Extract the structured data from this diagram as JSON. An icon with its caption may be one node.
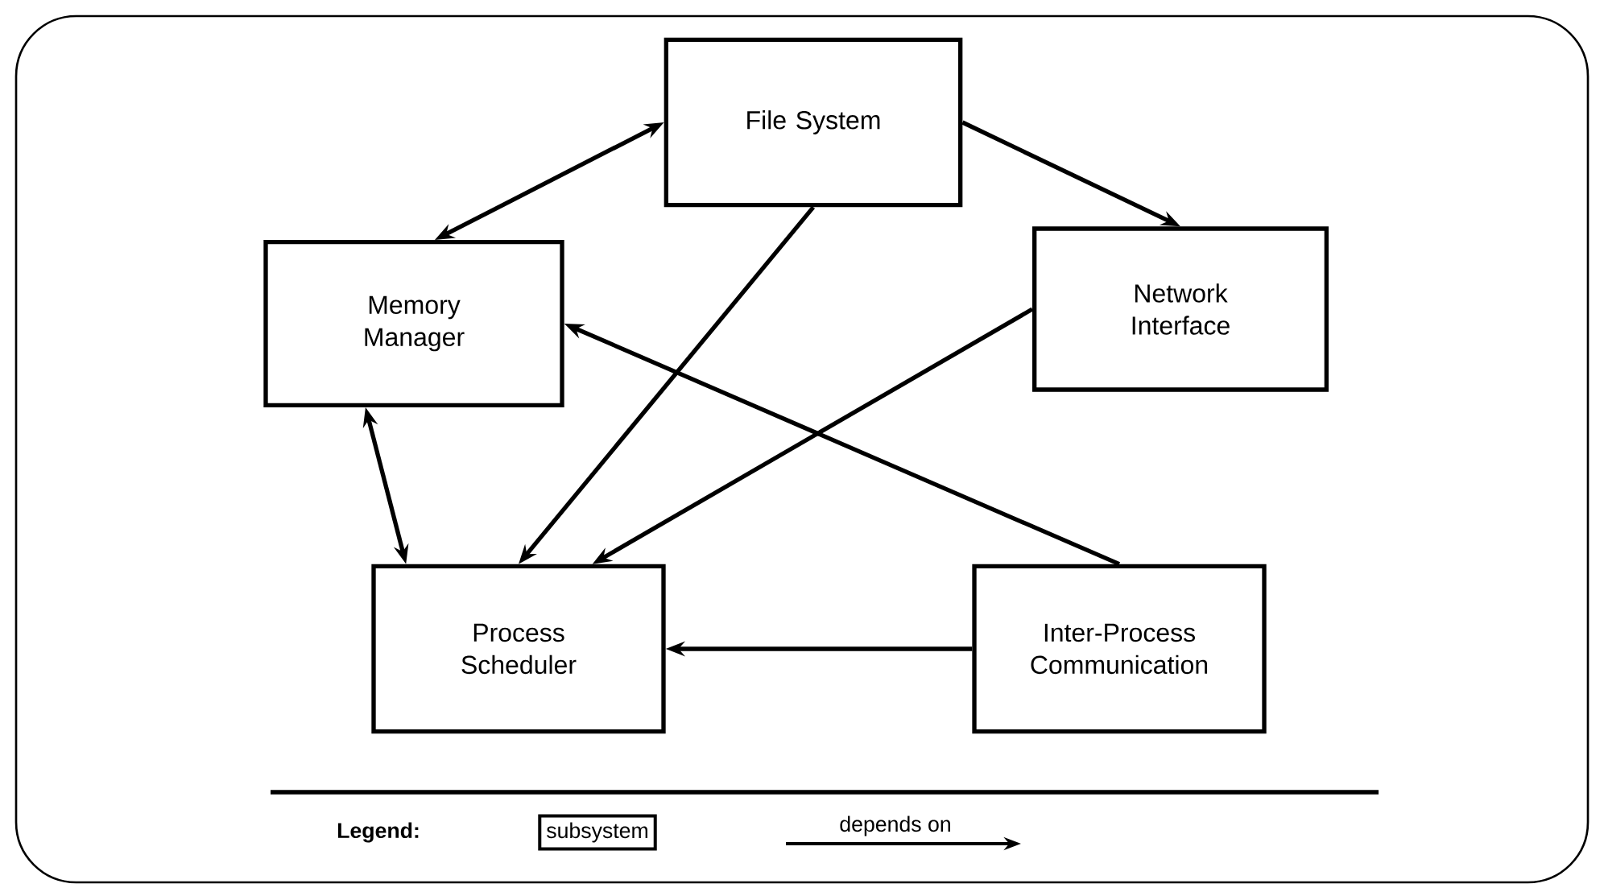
{
  "diagram": {
    "nodes": [
      {
        "text": [
          "File System"
        ]
      },
      {
        "text": [
          "Memory Manager"
        ]
      },
      {
        "text": [
          "Network Interface"
        ]
      },
      {
        "text": [
          "Process Scheduler"
        ]
      },
      {
        "text": [
          "Inter-Process Communication"
        ]
      }
    ],
    "edges": [
      {
        "from": 1,
        "to": 0,
        "arrow": "both"
      },
      {
        "from": 0,
        "to": 2,
        "arrow": "to"
      },
      {
        "from": 0,
        "to": 3,
        "arrow": "to"
      },
      {
        "from": 2,
        "to": 3,
        "arrow": "to"
      },
      {
        "from": 4,
        "to": 1,
        "arrow": "to"
      },
      {
        "from": 1,
        "to": 3,
        "arrow": "both"
      },
      {
        "from": 4,
        "to": 3,
        "arrow": "to"
      }
    ],
    "labels": [
      "Legend:"
    ],
    "legend": [
      {
        "text": "subsystem"
      },
      {
        "text": "depends on"
      }
    ]
  }
}
